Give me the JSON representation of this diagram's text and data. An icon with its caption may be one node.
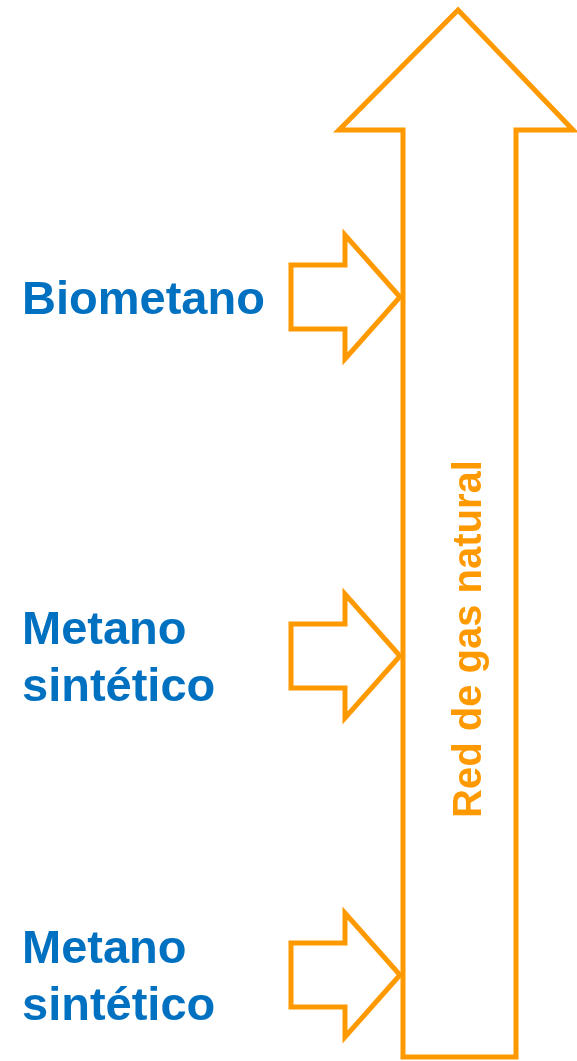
{
  "diagram": {
    "nodes": [
      {
        "text": [
          "Biometano"
        ]
      },
      {
        "text": [
          "Metano sintético"
        ]
      },
      {
        "text": [
          "Metano sintético"
        ]
      },
      {
        "text": [
          "Red de gas natural"
        ]
      }
    ],
    "edges": [
      {
        "from": 0,
        "to": 3,
        "arrow": "to"
      },
      {
        "from": 1,
        "to": 3,
        "arrow": "to"
      },
      {
        "from": 2,
        "to": 3,
        "arrow": "to"
      }
    ]
  }
}
